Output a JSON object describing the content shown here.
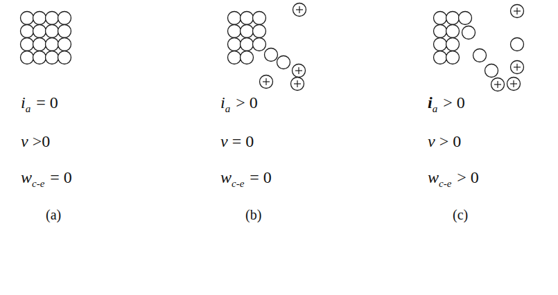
{
  "diagram": {
    "labels": [
      "i",
      "a",
      "= 0",
      "v",
      ">0",
      "w",
      "c-e",
      "= 0",
      "(a)",
      "i",
      "a",
      "> 0",
      "v",
      "= 0",
      "w",
      "c-e",
      "= 0",
      "(b)",
      "i",
      "a",
      "> 0",
      "v",
      "> 0",
      "w",
      "c-e",
      "> 0",
      "(c)"
    ]
  }
}
